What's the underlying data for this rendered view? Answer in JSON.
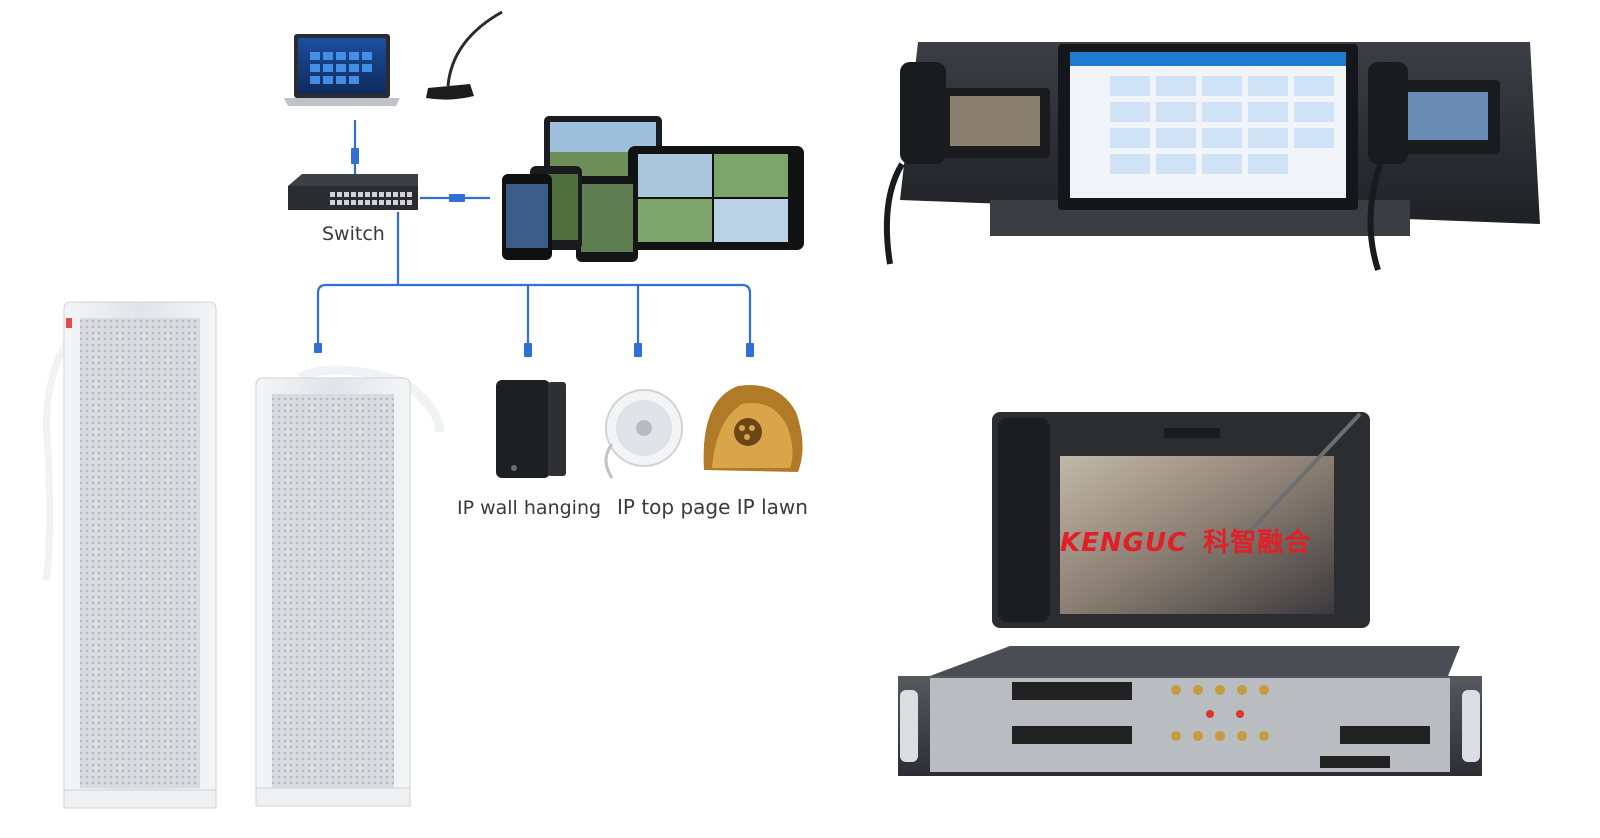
{
  "labels": {
    "switch": "Switch",
    "wall_hanging": "IP wall hanging",
    "top_page_lawn": "IP top page IP lawn"
  },
  "brand": {
    "logo_text": "KENGUC",
    "logo_cn": "科智融合"
  },
  "colors": {
    "network_cable": "#2f6fd6",
    "device_dark": "#2b2d31",
    "speaker_white": "#e9ecef",
    "screen_blue": "#1f7ad1"
  }
}
